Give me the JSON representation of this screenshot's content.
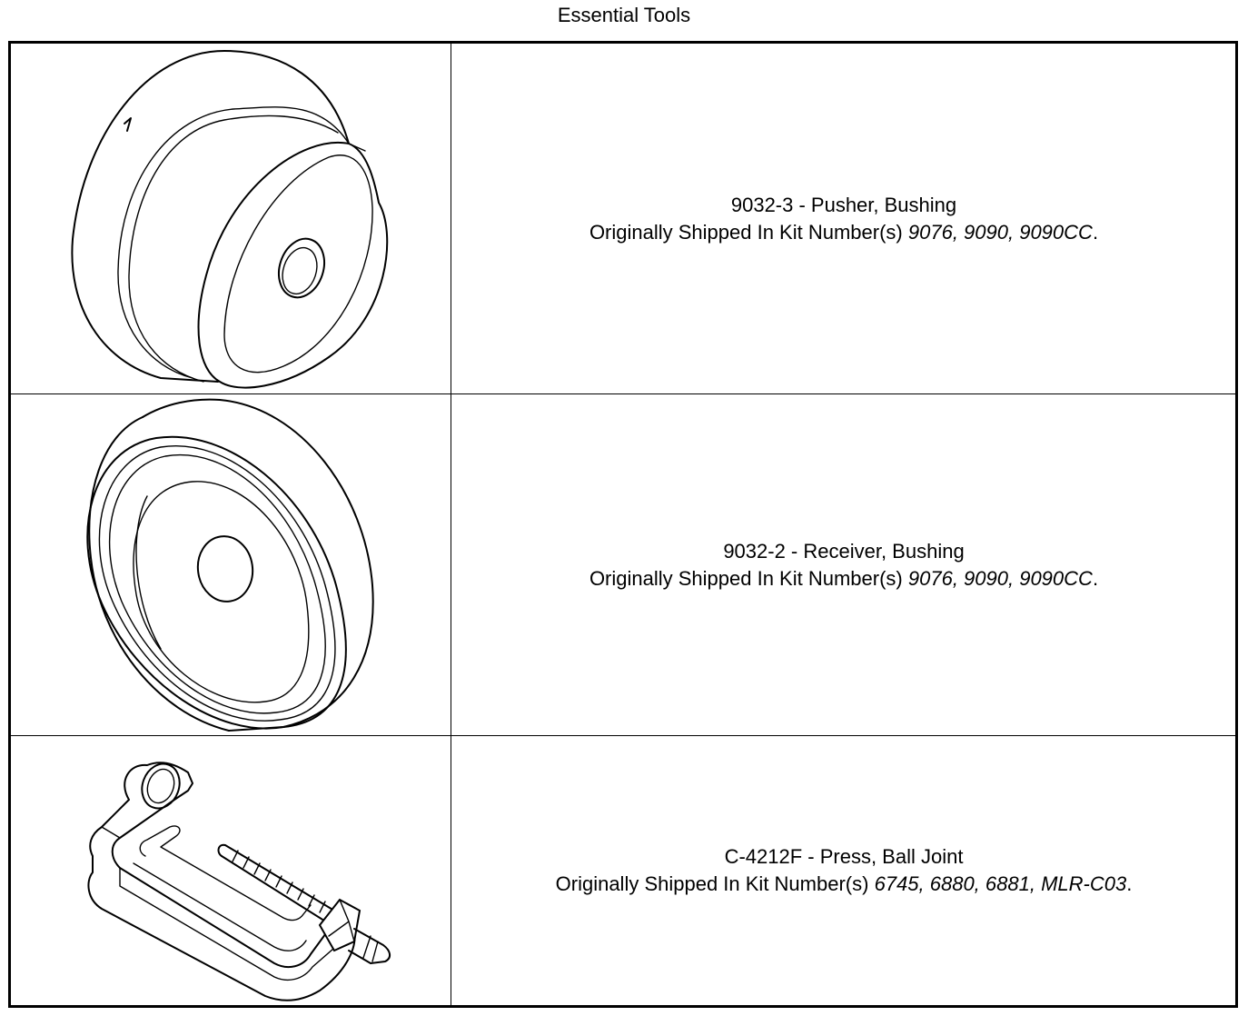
{
  "page": {
    "title": "Essential Tools"
  },
  "tools": [
    {
      "name": "9032-3 - Pusher, Bushing",
      "kit_prefix": "Originally Shipped In Kit Number(s)",
      "kits": "9076, 9090, 9090CC",
      "kit_suffix": ".",
      "image_icon": "bushing-pusher-icon"
    },
    {
      "name": "9032-2 - Receiver, Bushing",
      "kit_prefix": "Originally Shipped In Kit Number(s)",
      "kits": "9076, 9090, 9090CC",
      "kit_suffix": ".",
      "image_icon": "bushing-receiver-icon"
    },
    {
      "name": "C-4212F - Press, Ball Joint",
      "kit_prefix": "Originally Shipped In Kit Number(s)",
      "kits": "6745, 6880, 6881, MLR-C03",
      "kit_suffix": ".",
      "image_icon": "ball-joint-press-icon"
    }
  ]
}
